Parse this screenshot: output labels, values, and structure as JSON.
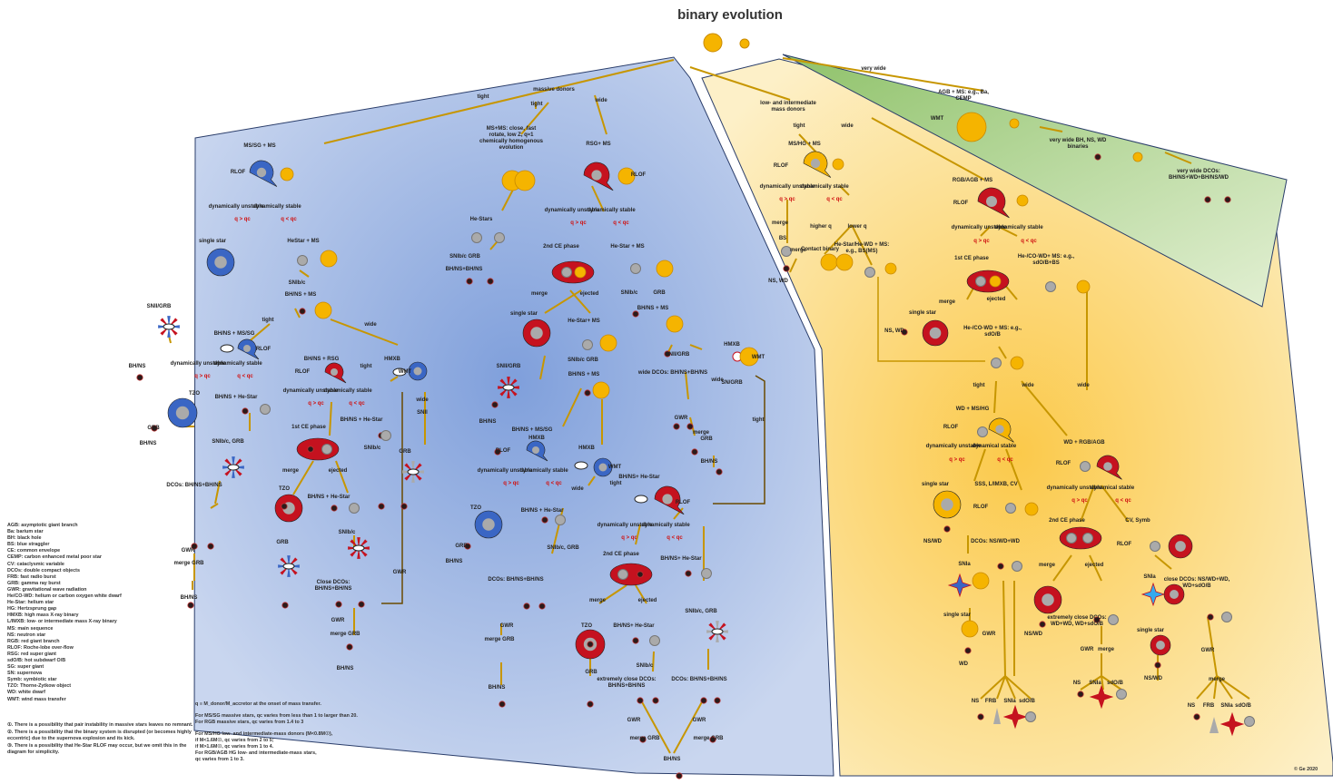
{
  "title": "binary evolution",
  "copyright": "© Ge 2020",
  "colors": {
    "massive_region": "#b9c9e8",
    "low_region": "#fde7a8",
    "wide_region": "#cfe6b8",
    "ms_star": "#f5b400",
    "mass_donor_blue": "#3a66c4",
    "rsg_red": "#c5121f",
    "remnant": "#2a1a1a",
    "wd_gray": "#aaaaaa"
  },
  "labels": {
    "massive_donors": "massive donors",
    "tight": "tight",
    "wide": "wide",
    "very_wide": "very wide",
    "low_mass": "low- and intermediate mass donors",
    "ms_sg_ms": "MS/SG + MS",
    "rlof": "RLOF",
    "dyn_unstable": "dynamically unstable",
    "dyn_stable": "dynamically stable",
    "dynamical_stable": "dynamical stable",
    "q_gt": "q > qc",
    "q_lt": "q < qc",
    "single_star": "single star",
    "hestar_ms": "HeStar + MS",
    "he_star_plus_ms": "He-Star + MS",
    "snibc": "SNIb/c",
    "bhns_ms": "BH/NS + MS",
    "snii_grb": "SNII/GRB",
    "bhns": "BH/NS",
    "bhns_ms_sg": "BH/NS + MS/SG",
    "bhns_rsg": "BH/NS + RSG",
    "hmxb": "HMXB",
    "wmt": "WMT",
    "tzo": "TZO",
    "grb": "GRB",
    "bhns_hestar": "BH/NS + He-Star",
    "ce1": "1st CE phase",
    "ce2": "2nd CE phase",
    "merge": "merge",
    "ejected": "ejected",
    "snibc_grb": "SNIb/c, GRB",
    "snii": "SNII",
    "dcos_bhns": "DCOs: BH/NS+BH/NS",
    "dcos_nswd": "DCOs: NS/WD+WD",
    "gwr": "GWR",
    "merge_grb": "merge GRB",
    "close_dcos": "Close DCOs: BH/NS+BH/NS",
    "ms_ms": "MS+MS: close, fast rotate, low Z, q≈1 chemically homogenous evolution",
    "rsg_ms": "RSG+ MS",
    "he_stars": "He-Stars",
    "snibc_grb2": "SNIb/c GRB",
    "bhns_bhns": "BH/NS+BH/NS",
    "he_star_ms": "He-Star+ MS",
    "snii_grb2": "SNII/GRB",
    "wide_dcos": "wide DCOs: BH/NS+BH/NS",
    "sn_grb": "SN/GRB",
    "bhns_he_star": "BH/NS+ He-Star",
    "extremely_close": "extremely close DCOs: BH/NS+BH/NS",
    "agb_ms": "AGB + MS: e.g., Ba, CEMP",
    "very_wide_bin": "very wide BH, NS, WD binaries",
    "very_wide_dcos": "very wide DCOs: BH/NS+WD+BH/NS/WD",
    "ms_hg_ms": "MS/HG + MS",
    "bs": "BS",
    "ns_wd": "NS, WD",
    "higher_q": "higher q",
    "lower_q": "lower q",
    "contact_binary": "Contact binary",
    "he_star_he_wd": "He-Star/He-WD + MS: e.g., BS(MS)",
    "rgb_agb_ms": "RGB/AGB + MS",
    "he_co_wd_ms": "He-/CO-WD+ MS: e.g., sdO/B+BS",
    "he_co_wd_ms2": "He-/CO-WD + MS: e.g., sdO/B",
    "wd_ms_hg": "WD + MS/HG",
    "wd_rgb_agb": "WD + RGB/AGB",
    "sss": "SSS, L/IMXB, CV",
    "cv_symb": "CV, Symb",
    "snia": "SNIa",
    "ns_wd2": "NS/WD",
    "wd": "WD",
    "extremely_close_wd": "extremely close DCOs: WD+WD, WD+sdO/B",
    "close_dcos_wd": "close DCOs: NS/WD+WD, WD+sdO/B",
    "ns": "NS",
    "frb": "FRB",
    "sdob": "sdO/B"
  },
  "glossary": [
    "AGB: asymptotic giant branch",
    "Ba: barium star",
    "BH: black hole",
    "BS: blue straggler",
    "CE: common envelope",
    "CEMP: carbon enhanced metal poor star",
    "CV: cataclysmic variable",
    "DCOs: double compact objects",
    "FRB: fast radio burst",
    "GRB: gamma ray burst",
    "GWR: gravitational wave radiation",
    "He/CO-WD: helium or carbon oxygen white dwarf",
    "He-Star: helium star",
    "HG: Hertzsprung gap",
    "HMXB: high mass X-ray binary",
    "L/IMXB: low- or intermediate mass  X-ray binary",
    "MS: main sequence",
    "NS: neutron star",
    "RGB: red giant branch",
    "RLOF: Roche-lobe over-flow",
    "RSG: red super giant",
    "sdO/B: hot subdwarf O/B",
    "SG: super giant",
    "SN: supernova",
    "Symb: symbiotic star",
    "TZO: Thorne-Zytkow object",
    "WD: white dwarf",
    "WMT: wind mass transfer"
  ],
  "footnotes": [
    "①. There is a possibility that pair instability in massive stars leaves no remnant.",
    "②. There is a possibility that the binary system is disrupted (or becomes highly eccentric) due to the supernova explosion and its kick.",
    "③. There is a possibility that He-Star RLOF may occur, but we omit this in the diagram for simplicity."
  ],
  "q_notes": [
    "q ≡ M_donor/M_accretor at the onset of mass transfer.",
    "For MS/SG massive stars, qc varies from less than 1 to larger than 20.",
    "For RGB massive stars, qc varies from 1.4 to 3",
    "For MS/HG low- and intermediate-mass donors (M<0.8M☉),",
    "if M<1.6M☉, qc varies from 2 to 5;",
    "if M>1.6M☉, qc varies from 1 to 4.",
    "For RGB/AGB HG low- and intermediate-mass stars,",
    "qc varies from 1 to 3."
  ]
}
